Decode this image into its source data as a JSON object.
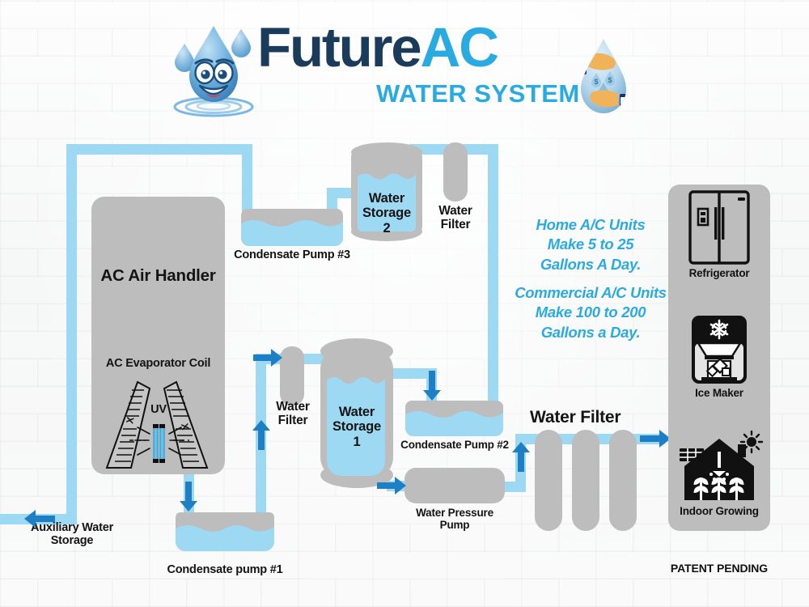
{
  "header": {
    "brand_dark": "Future",
    "brand_light": "AC",
    "subtitle": "WATER SYSTEM",
    "mascot_icon": "water-drop-face-icon",
    "money_drop_icon": "water-drop-money-icon"
  },
  "colors": {
    "pipe": "#9ed9f3",
    "water": "#9ed9f3",
    "equipment_gray": "#bdbdbd",
    "arrow_blue": "#1f7fc4",
    "brand_dark": "#1b3b5b",
    "brand_light": "#29abe2",
    "label_text": "#141414"
  },
  "diagram": {
    "air_handler": {
      "title": "AC Air Handler",
      "coil_label": "AC Evaporator Coil",
      "uv_label": "UV",
      "uv_icon": "uv-lamp-icon",
      "coil_icon": "evaporator-coil-icon"
    },
    "nodes": [
      {
        "id": "condensate-pump-1",
        "label": "Condensate pump #1"
      },
      {
        "id": "condensate-pump-2",
        "label": "Condensate Pump #2"
      },
      {
        "id": "condensate-pump-3",
        "label": "Condensate Pump #3"
      },
      {
        "id": "water-storage-1",
        "label": "Water\nStorage\n1"
      },
      {
        "id": "water-storage-2",
        "label": "Water\nStorage\n2"
      },
      {
        "id": "water-filter-top",
        "label": "Water\nFilter"
      },
      {
        "id": "water-filter-mid",
        "label": "Water\nFilter"
      },
      {
        "id": "water-filter-bank",
        "label": "Water Filter"
      },
      {
        "id": "water-pressure-pump",
        "label": "Water Pressure\nPump"
      },
      {
        "id": "auxiliary-storage",
        "label": "Auxiliary Water\nStorage"
      }
    ]
  },
  "callouts": [
    {
      "id": "home-units",
      "text": "Home A/C Units\nMake 5 to 25\nGallons A Day."
    },
    {
      "id": "commercial-units",
      "text": "Commercial A/C Units\nMake 100 to 200\nGallons a Day."
    }
  ],
  "appliances": [
    {
      "id": "refrigerator",
      "label": "Refrigerator",
      "icon": "refrigerator-icon"
    },
    {
      "id": "ice-maker",
      "label": "Ice Maker",
      "icon": "ice-maker-icon"
    },
    {
      "id": "indoor-growing",
      "label": "Indoor Growing",
      "icon": "indoor-growing-icon"
    }
  ],
  "footer": {
    "patent": "PATENT PENDING"
  }
}
